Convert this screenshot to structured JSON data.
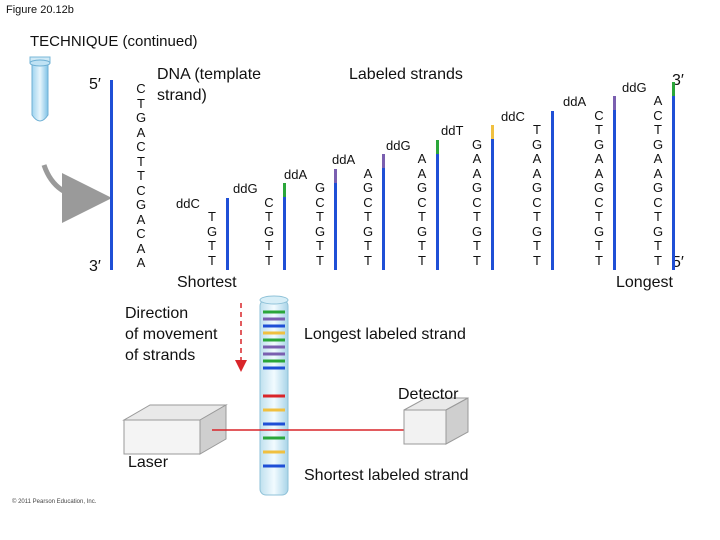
{
  "figure_label": "Figure 20.12b",
  "technique_heading": "TECHNIQUE (continued)",
  "template_label": "DNA (template\nstrand)",
  "labeled_strands_label": "Labeled strands",
  "prime5_left": "5′",
  "prime3_left": "3′",
  "prime3_right": "3′",
  "prime5_right": "5′",
  "template_bases": [
    "C",
    "T",
    "G",
    "A",
    "C",
    "T",
    "T",
    "C",
    "G",
    "A",
    "C",
    "A",
    "A"
  ],
  "strands": [
    {
      "top": "dd C",
      "bases": [
        "T",
        "G",
        "T",
        "T"
      ],
      "tag_color": "#1f4fd6"
    },
    {
      "top": "dd G",
      "bases": [
        "C",
        "T",
        "G",
        "T",
        "T"
      ],
      "tag_color": "#2aa63a"
    },
    {
      "top": "dd A",
      "bases": [
        "G",
        "C",
        "T",
        "G",
        "T",
        "T"
      ],
      "tag_color": "#7a5fb0"
    },
    {
      "top": "dd A",
      "bases": [
        "A",
        "G",
        "C",
        "T",
        "G",
        "T",
        "T"
      ],
      "tag_color": "#7a5fb0"
    },
    {
      "top": "dd G",
      "bases": [
        "A",
        "A",
        "G",
        "C",
        "T",
        "G",
        "T",
        "T"
      ],
      "tag_color": "#2aa63a"
    },
    {
      "top": "dd T",
      "bases": [
        "G",
        "A",
        "A",
        "G",
        "C",
        "T",
        "G",
        "T",
        "T"
      ],
      "tag_color": "#f0c040"
    },
    {
      "top": "dd C",
      "bases": [
        "T",
        "G",
        "A",
        "A",
        "G",
        "C",
        "T",
        "G",
        "T",
        "T"
      ],
      "tag_color": "#1f4fd6"
    },
    {
      "top": "dd A",
      "bases": [
        "C",
        "T",
        "G",
        "A",
        "A",
        "G",
        "C",
        "T",
        "G",
        "T",
        "T"
      ],
      "tag_color": "#7a5fb0"
    },
    {
      "top": "dd G",
      "bases": [
        "A",
        "C",
        "T",
        "G",
        "A",
        "A",
        "G",
        "C",
        "T",
        "G",
        "T",
        "T"
      ],
      "tag_color": "#2aa63a"
    }
  ],
  "shortest_label": "Shortest",
  "longest_label": "Longest",
  "direction_label": "Direction\nof movement\nof strands",
  "longest_strand_label": "Longest labeled strand",
  "detector_label": "Detector",
  "laser_label": "Laser",
  "shortest_strand_label": "Shortest labeled strand",
  "copyright": "© 2011 Pearson Education, Inc.",
  "colors": {
    "template_blue": "#1f4fd6",
    "ddA": "#7a5fb0",
    "ddG": "#2aa63a",
    "ddC": "#1f4fd6",
    "ddT": "#f0c040",
    "laser_beam": "#d9252a"
  }
}
